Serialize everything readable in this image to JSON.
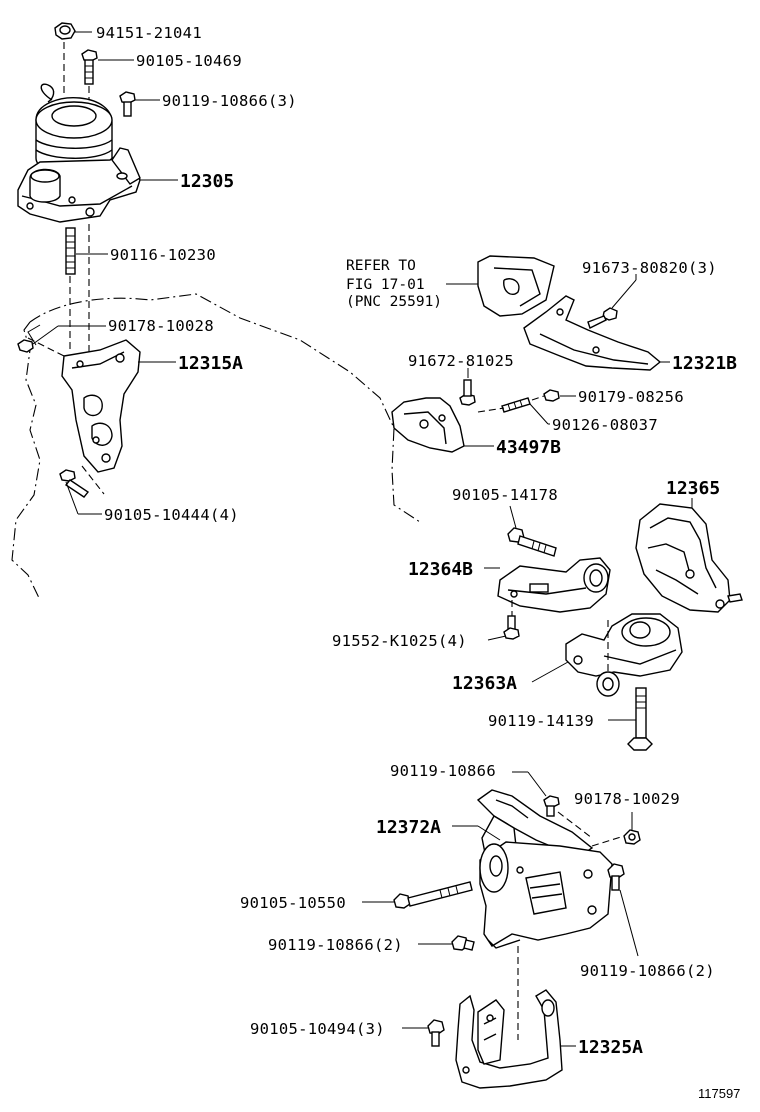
{
  "diagram": {
    "figure_number": "117597",
    "reference": {
      "line1": "REFER TO",
      "line2": "FIG 17-01",
      "line3": "(PNC 25591)"
    },
    "labels": [
      {
        "id": "p94151",
        "text": "94151-21041",
        "kind": "part"
      },
      {
        "id": "p90105a",
        "text": "90105-10469",
        "kind": "part"
      },
      {
        "id": "p90119a",
        "text": "90119-10866(3)",
        "kind": "part"
      },
      {
        "id": "p12305",
        "text": "12305",
        "kind": "assembly"
      },
      {
        "id": "p90116",
        "text": "90116-10230",
        "kind": "part"
      },
      {
        "id": "p90178a",
        "text": "90178-10028",
        "kind": "part"
      },
      {
        "id": "p12315A",
        "text": "12315A",
        "kind": "assembly"
      },
      {
        "id": "p90105b",
        "text": "90105-10444(4)",
        "kind": "part"
      },
      {
        "id": "p91673",
        "text": "91673-80820(3)",
        "kind": "part"
      },
      {
        "id": "p12321B",
        "text": "12321B",
        "kind": "assembly"
      },
      {
        "id": "p91672",
        "text": "91672-81025",
        "kind": "part"
      },
      {
        "id": "p90179",
        "text": "90179-08256",
        "kind": "part"
      },
      {
        "id": "p90126",
        "text": "90126-08037",
        "kind": "part"
      },
      {
        "id": "p43497B",
        "text": "43497B",
        "kind": "assembly"
      },
      {
        "id": "p90105c",
        "text": "90105-14178",
        "kind": "part"
      },
      {
        "id": "p12365",
        "text": "12365",
        "kind": "assembly"
      },
      {
        "id": "p12364B",
        "text": "12364B",
        "kind": "assembly"
      },
      {
        "id": "p91552",
        "text": "91552-K1025(4)",
        "kind": "part"
      },
      {
        "id": "p12363A",
        "text": "12363A",
        "kind": "assembly"
      },
      {
        "id": "p90119b",
        "text": "90119-14139",
        "kind": "part"
      },
      {
        "id": "p90119c",
        "text": "90119-10866",
        "kind": "part"
      },
      {
        "id": "p90178b",
        "text": "90178-10029",
        "kind": "part"
      },
      {
        "id": "p12372A",
        "text": "12372A",
        "kind": "assembly"
      },
      {
        "id": "p90105d",
        "text": "90105-10550",
        "kind": "part"
      },
      {
        "id": "p90119d",
        "text": "90119-10866(2)",
        "kind": "part"
      },
      {
        "id": "p90119e",
        "text": "90119-10866(2)",
        "kind": "part"
      },
      {
        "id": "p90105e",
        "text": "90105-10494(3)",
        "kind": "part"
      },
      {
        "id": "p12325A",
        "text": "12325A",
        "kind": "assembly"
      }
    ]
  }
}
